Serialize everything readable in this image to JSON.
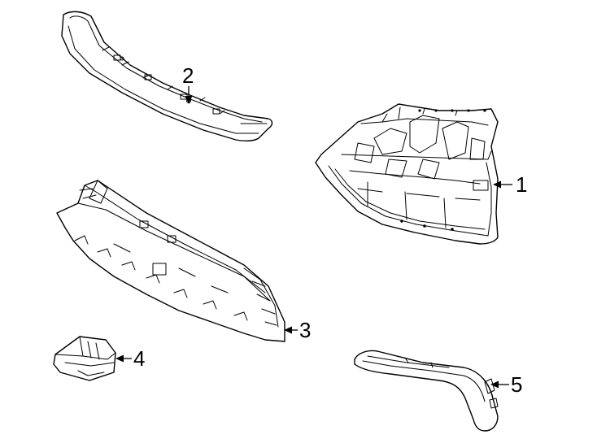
{
  "callouts": [
    {
      "id": "1",
      "label": "1"
    },
    {
      "id": "2",
      "label": "2"
    },
    {
      "id": "3",
      "label": "3"
    },
    {
      "id": "4",
      "label": "4"
    },
    {
      "id": "5",
      "label": "5"
    }
  ],
  "colors": {
    "line": "#000000",
    "background": "#ffffff"
  }
}
